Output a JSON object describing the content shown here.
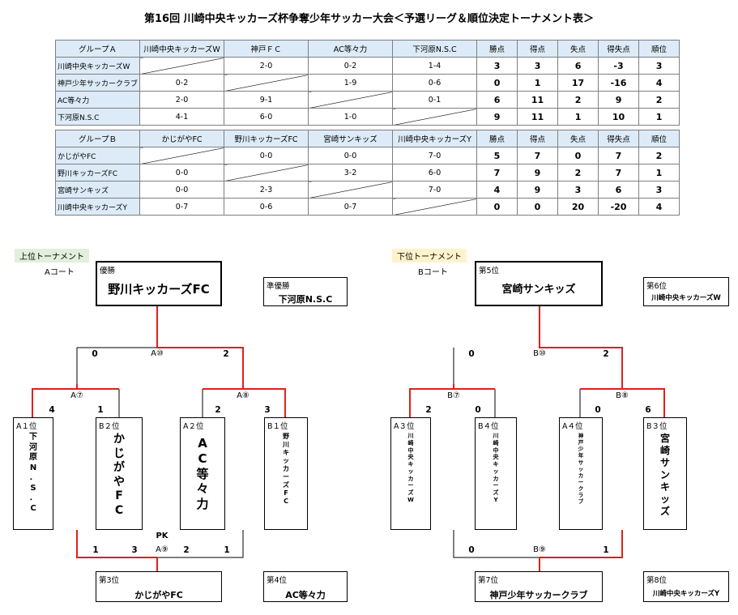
{
  "title": "第16回 川崎中央キッカーズ杯争奪少年サッカー大会＜予選リーグ＆順位決定トーナメント表＞",
  "groupA": {
    "header": [
      "グループＡ",
      "川崎中央キッカーズW",
      "神戸ＦＣ",
      "AC等々力",
      "下河原N.S.C",
      "勝点",
      "得点",
      "失点",
      "得失点",
      "順位"
    ],
    "rows": [
      {
        "team": "川崎中央キッカーズW",
        "cells": [
          "",
          "2-0",
          "0-2",
          "1-4"
        ],
        "stats": [
          "3",
          "3",
          "6",
          "-3",
          "3"
        ]
      },
      {
        "team": "神戸少年サッカークラブ",
        "cells": [
          "0-2",
          "",
          "1-9",
          "0-6"
        ],
        "stats": [
          "0",
          "1",
          "17",
          "-16",
          "4"
        ]
      },
      {
        "team": "AC等々力",
        "cells": [
          "2-0",
          "9-1",
          "",
          "0-1"
        ],
        "stats": [
          "6",
          "11",
          "2",
          "9",
          "2"
        ]
      },
      {
        "team": "下河原N.S.C",
        "cells": [
          "4-1",
          "6-0",
          "1-0",
          ""
        ],
        "stats": [
          "9",
          "11",
          "1",
          "10",
          "1"
        ]
      }
    ]
  },
  "groupB": {
    "header": [
      "グループＢ",
      "かじがやFC",
      "野川キッカーズFC",
      "宮崎サンキッズ",
      "川崎中央キッカーズY",
      "勝点",
      "得点",
      "失点",
      "得失点",
      "順位"
    ],
    "rows": [
      {
        "team": "かじがやFC",
        "cells": [
          "",
          "0-0",
          "0-0",
          "7-0"
        ],
        "stats": [
          "5",
          "7",
          "0",
          "7",
          "2"
        ]
      },
      {
        "team": "野川キッカーズFC",
        "cells": [
          "0-0",
          "",
          "3-2",
          "6-0"
        ],
        "stats": [
          "7",
          "9",
          "2",
          "7",
          "1"
        ]
      },
      {
        "team": "宮崎サンキッズ",
        "cells": [
          "0-0",
          "2-3",
          "",
          "7-0"
        ],
        "stats": [
          "4",
          "9",
          "3",
          "6",
          "3"
        ]
      },
      {
        "team": "川崎中央キッカーズY",
        "cells": [
          "0-7",
          "0-6",
          "0-7",
          ""
        ],
        "stats": [
          "0",
          "0",
          "20",
          "-20",
          "4"
        ]
      }
    ]
  },
  "upper": {
    "label": "上位トーナメント",
    "court": "Aコート",
    "winner": {
      "caption": "優勝",
      "name": "野川キッカーズFC"
    },
    "runner": {
      "caption": "準優勝",
      "name": "下河原N.S.C"
    },
    "third": {
      "caption": "第3位",
      "name": "かじがやFC"
    },
    "fourth": {
      "caption": "第4位",
      "name": "AC等々力"
    },
    "final": {
      "label": "A⑩",
      "left": "0",
      "right": "2"
    },
    "semi1": {
      "label": "A⑦",
      "left": "4",
      "right": "1"
    },
    "semi2": {
      "label": "A⑧",
      "left": "2",
      "right": "3"
    },
    "third_match": {
      "label": "A⑨",
      "pk": "PK",
      "left": "1",
      "left_pk": "3",
      "right_pk": "2",
      "right": "1"
    },
    "teams": [
      {
        "caption": "A１位",
        "chars": [
          "下",
          "河",
          "原",
          "N",
          "．",
          "S",
          "．",
          "C"
        ]
      },
      {
        "caption": "B２位",
        "chars": [
          "か",
          "じ",
          "が",
          "や",
          "F",
          "C"
        ]
      },
      {
        "caption": "A２位",
        "chars": [
          "A",
          "C",
          "等",
          "々",
          "力"
        ]
      },
      {
        "caption": "B１位",
        "chars": [
          "野",
          "川",
          "キ",
          "ッ",
          "カ",
          "ー",
          "ズ",
          "F",
          "C"
        ]
      }
    ]
  },
  "lower": {
    "label": "下位トーナメント",
    "court": "Bコート",
    "winner": {
      "caption": "第5位",
      "name": "宮崎サンキッズ"
    },
    "runner": {
      "caption": "第6位",
      "name": "川崎中央キッカーズW"
    },
    "third": {
      "caption": "第7位",
      "name": "神戸少年サッカークラブ"
    },
    "fourth": {
      "caption": "第8位",
      "name": "川崎中央キッカーズY"
    },
    "final": {
      "label": "B⑩",
      "left": "0",
      "right": "2"
    },
    "semi1": {
      "label": "B⑦",
      "left": "2",
      "right": "0"
    },
    "semi2": {
      "label": "B⑧",
      "left": "0",
      "right": "6"
    },
    "third_match": {
      "label": "B⑨",
      "left": "0",
      "right": "1"
    },
    "teams": [
      {
        "caption": "A３位",
        "chars": [
          "川",
          "崎",
          "中",
          "央",
          "キ",
          "ッ",
          "カ",
          "ー",
          "ズ",
          "W"
        ]
      },
      {
        "caption": "B４位",
        "chars": [
          "川",
          "崎",
          "中",
          "央",
          "キ",
          "ッ",
          "カ",
          "ー",
          "ズ",
          "Y"
        ]
      },
      {
        "caption": "A４位",
        "chars": [
          "神",
          "戸",
          "少",
          "年",
          "サ",
          "ッ",
          "カ",
          "ー",
          "ク",
          "ラ",
          "ブ"
        ]
      },
      {
        "caption": "B３位",
        "chars": [
          "宮",
          "崎",
          "サ",
          "ン",
          "キ",
          "ッ",
          "ズ"
        ]
      }
    ]
  },
  "colors": {
    "win_line": "#e0201c",
    "line": "#000000",
    "header_bg": "#dcebf7",
    "upper_label_bg": "#e2efda",
    "lower_label_bg": "#fff2cc"
  }
}
